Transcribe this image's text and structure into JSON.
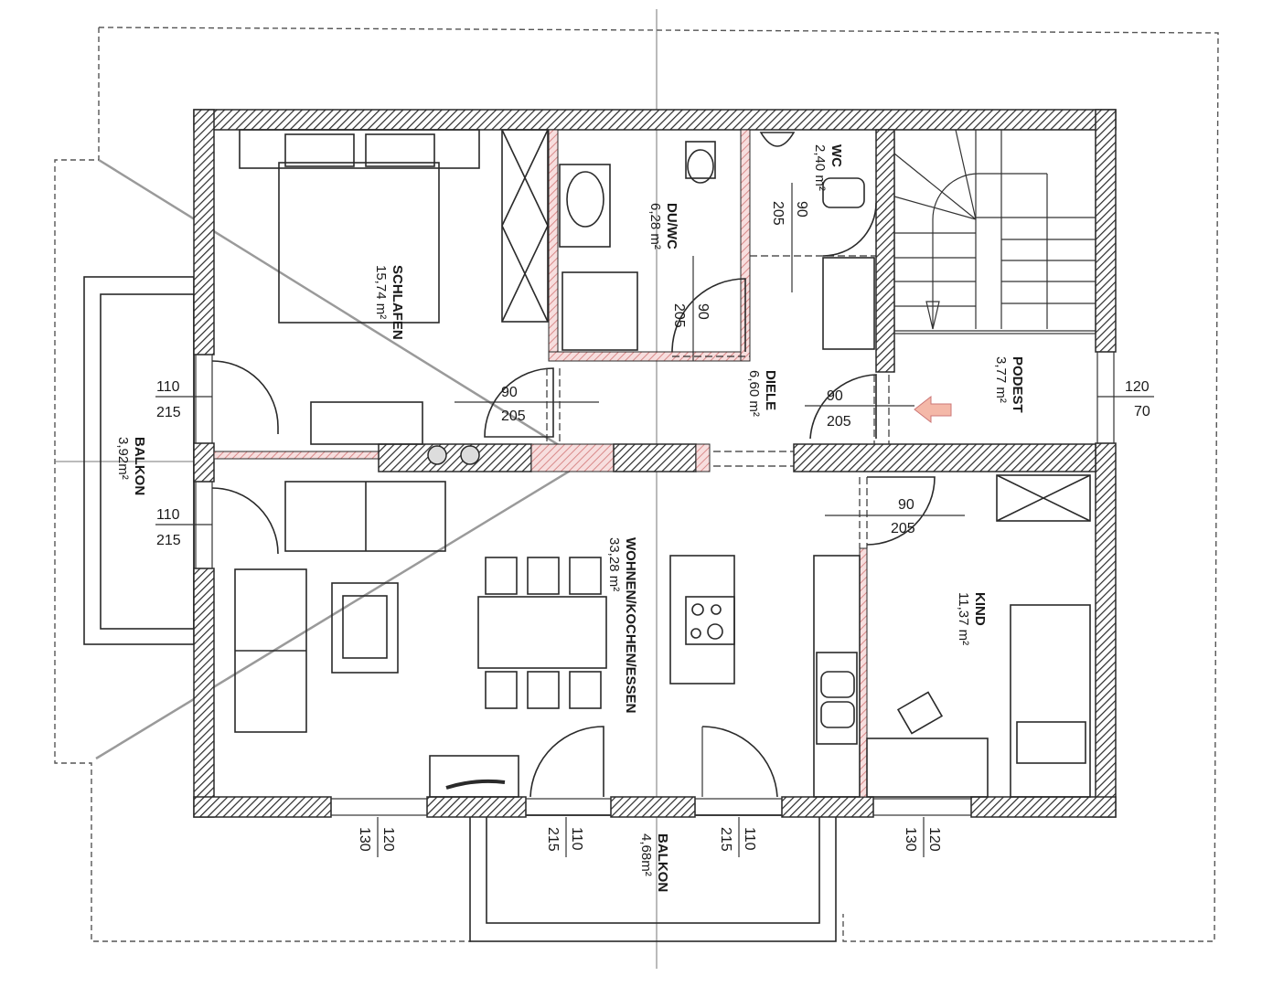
{
  "plan": {
    "wall_color": "#2a2a2a",
    "hatch_accent": "#e8a0a0",
    "entry_arrow_color": "#f4b8a8",
    "diagonal_line_color": "#9a9a9a"
  },
  "rooms": [
    {
      "name": "SCHLAFEN",
      "area": "15,74 m²"
    },
    {
      "name": "DU/WC",
      "area": "6,28 m²"
    },
    {
      "name": "WC",
      "area": "2,40 m²"
    },
    {
      "name": "DIELE",
      "area": "6,60 m²"
    },
    {
      "name": "PODEST",
      "area": "3,77 m²"
    },
    {
      "name": "BALKON",
      "area": "3,92m²"
    },
    {
      "name": "WOHNEN/KOCHEN/ESSEN",
      "area": "33,28 m²"
    },
    {
      "name": "KIND",
      "area": "11,37 m²"
    },
    {
      "name": "BALKON",
      "area": "4,68m²"
    }
  ],
  "doors": [
    {
      "id": "schlafen",
      "width": "90",
      "height": "205"
    },
    {
      "id": "du-wc",
      "width": "90",
      "height": "205"
    },
    {
      "id": "wc",
      "width": "90",
      "height": "205"
    },
    {
      "id": "entry",
      "width": "90",
      "height": "205"
    },
    {
      "id": "kind",
      "width": "90",
      "height": "205"
    }
  ],
  "windows": [
    {
      "id": "balkon-left-upper",
      "width": "110",
      "height": "215"
    },
    {
      "id": "balkon-left-lower",
      "width": "110",
      "height": "215"
    },
    {
      "id": "podest",
      "width": "120",
      "height": "70"
    },
    {
      "id": "wohnen-left",
      "width": "120",
      "height": "130"
    },
    {
      "id": "balkon-bottom-left",
      "width": "110",
      "height": "215"
    },
    {
      "id": "balkon-bottom-right",
      "width": "110",
      "height": "215"
    },
    {
      "id": "kind-bottom",
      "width": "120",
      "height": "130"
    }
  ]
}
